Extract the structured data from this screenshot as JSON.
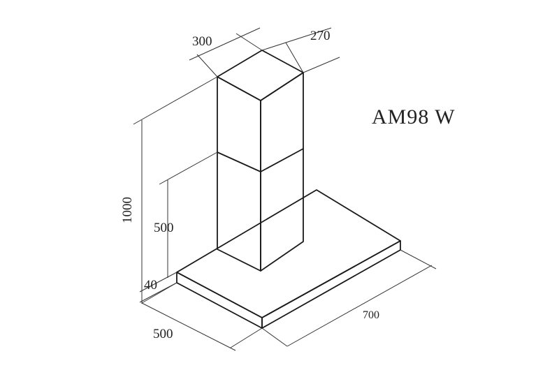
{
  "model_label": "AM98 W",
  "dimensions": {
    "chimney_width": "300",
    "chimney_depth": "270",
    "total_height": "1000",
    "lower_chimney_height": "500",
    "canopy_thickness": "40",
    "canopy_depth": "500",
    "canopy_width": "700"
  }
}
